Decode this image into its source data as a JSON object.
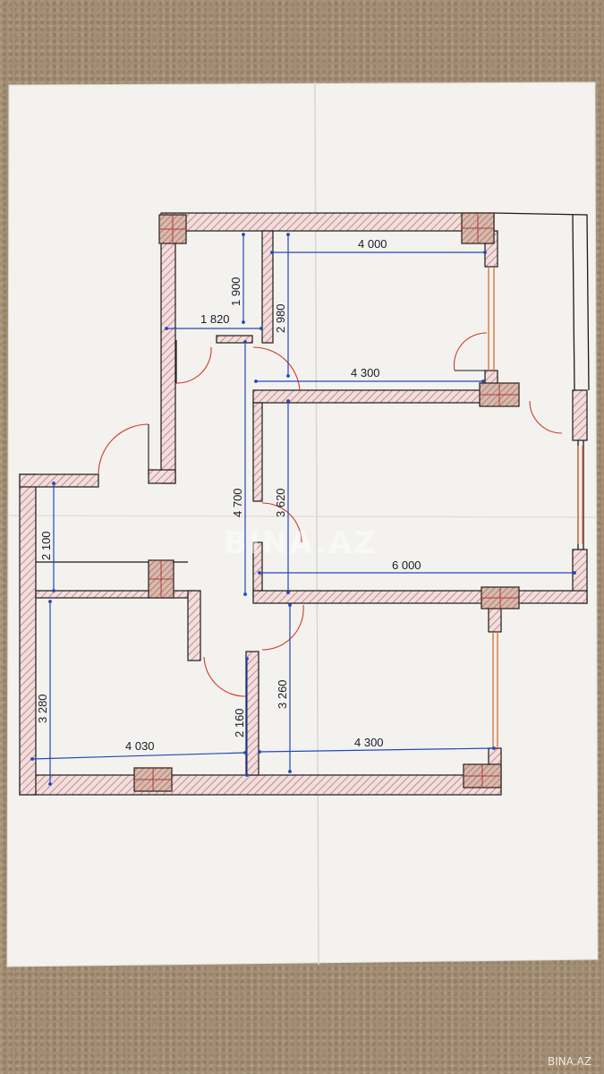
{
  "floor_plan": {
    "dimensions": {
      "d4000": "4 000",
      "d1900": "1 900",
      "d2980": "2 980",
      "d1820": "1 820",
      "d4300_top": "4 300",
      "d4700": "4 700",
      "d3620": "3 620",
      "d2100": "2 100",
      "d6000": "6 000",
      "d3280": "3 280",
      "d2160": "2 160",
      "d3260": "3 260",
      "d4030": "4 030",
      "d4300_bottom": "4 300"
    }
  },
  "watermark": {
    "center": "BINA.AZ",
    "corner": "BINA.AZ"
  },
  "colors": {
    "wall_hatch": "#c98a8a",
    "dimension_line": "#2448b8",
    "door_arc": "#d23a2a",
    "paper": "#f3f2ef",
    "carpet": "#a58f74"
  }
}
